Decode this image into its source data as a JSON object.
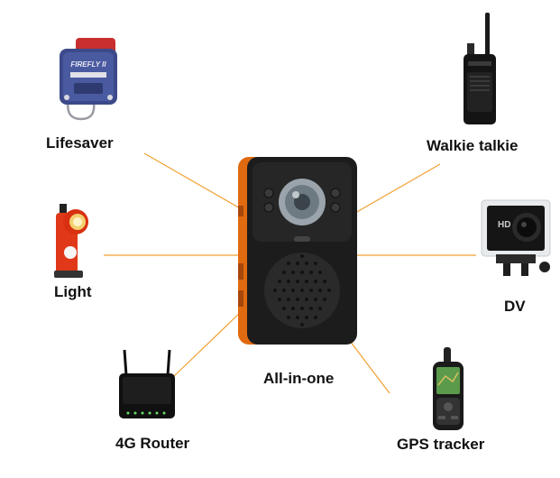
{
  "center": {
    "label": "All-in-one"
  },
  "items": {
    "lifesaver": {
      "label": "Lifesaver",
      "device_text": "FIREFLY II"
    },
    "walkie": {
      "label": "Walkie talkie"
    },
    "light": {
      "label": "Light"
    },
    "dv": {
      "label": "DV",
      "device_text": "HD"
    },
    "router": {
      "label": "4G Router"
    },
    "gps": {
      "label": "GPS tracker"
    }
  },
  "colors": {
    "connector": "#f0a030",
    "accent_orange": "#e06a10",
    "device_body": "#1c1c1c"
  }
}
